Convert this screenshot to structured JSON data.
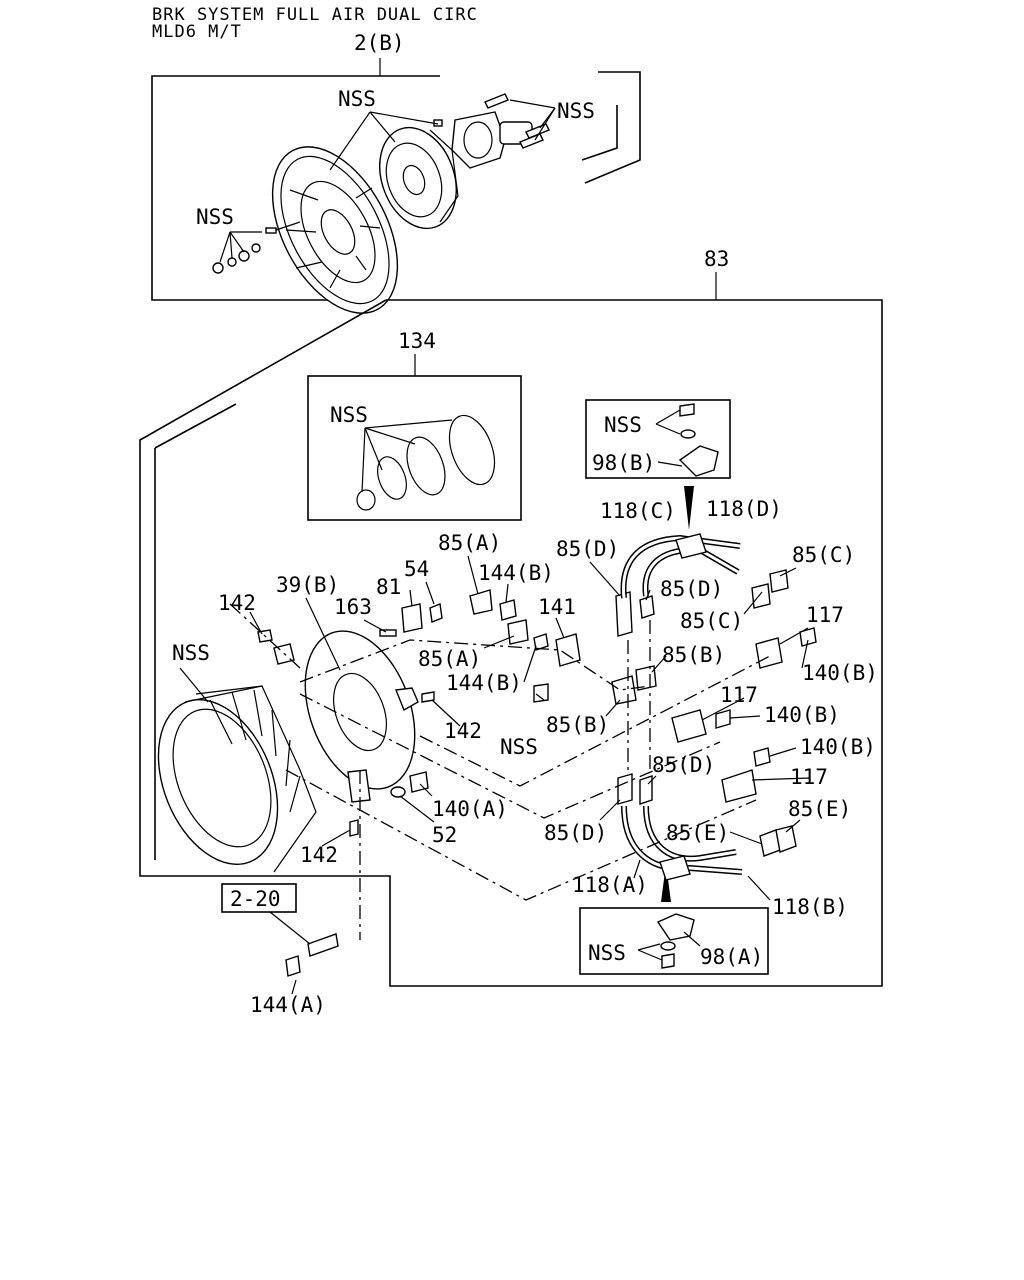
{
  "header": {
    "line1": "BRK SYSTEM FULL AIR DUAL CIRC",
    "line2": "MLD6 M/T"
  },
  "labels": {
    "l_2b": "2(B)",
    "l_nss_top1": "NSS",
    "l_nss_top2": "NSS",
    "l_nss_top3": "NSS",
    "l_83": "83",
    "l_134": "134",
    "l_nss_134": "NSS",
    "l_nss_98b": "NSS",
    "l_98b": "98(B)",
    "l_118c": "118(C)",
    "l_118d": "118(D)",
    "l_85a_1": "85(A)",
    "l_144b_1": "144(B)",
    "l_85d_1": "85(D)",
    "l_85c_1": "85(C)",
    "l_54": "54",
    "l_81": "81",
    "l_39b": "39(B)",
    "l_142_1": "142",
    "l_163": "163",
    "l_141": "141",
    "l_85d_2": "85(D)",
    "l_85c_2": "85(C)",
    "l_117_1": "117",
    "l_nss_left": "NSS",
    "l_85a_2": "85(A)",
    "l_85b_1": "85(B)",
    "l_140b_1": "140(B)",
    "l_144b_2": "144(B)",
    "l_117_2": "117",
    "l_142_2": "142",
    "l_nss_bolt": "NSS",
    "l_85b_2": "85(B)",
    "l_140b_2": "140(B)",
    "l_140b_3": "140(B)",
    "l_85d_3": "85(D)",
    "l_117_3": "117",
    "l_140a": "140(A)",
    "l_85e_1": "85(E)",
    "l_52": "52",
    "l_85d_4": "85(D)",
    "l_85e_2": "85(E)",
    "l_142_3": "142",
    "l_118a": "118(A)",
    "l_118b": "118(B)",
    "l_2_20": "2-20",
    "l_nss_98a": "NSS",
    "l_98a": "98(A)",
    "l_144a": "144(A)"
  }
}
